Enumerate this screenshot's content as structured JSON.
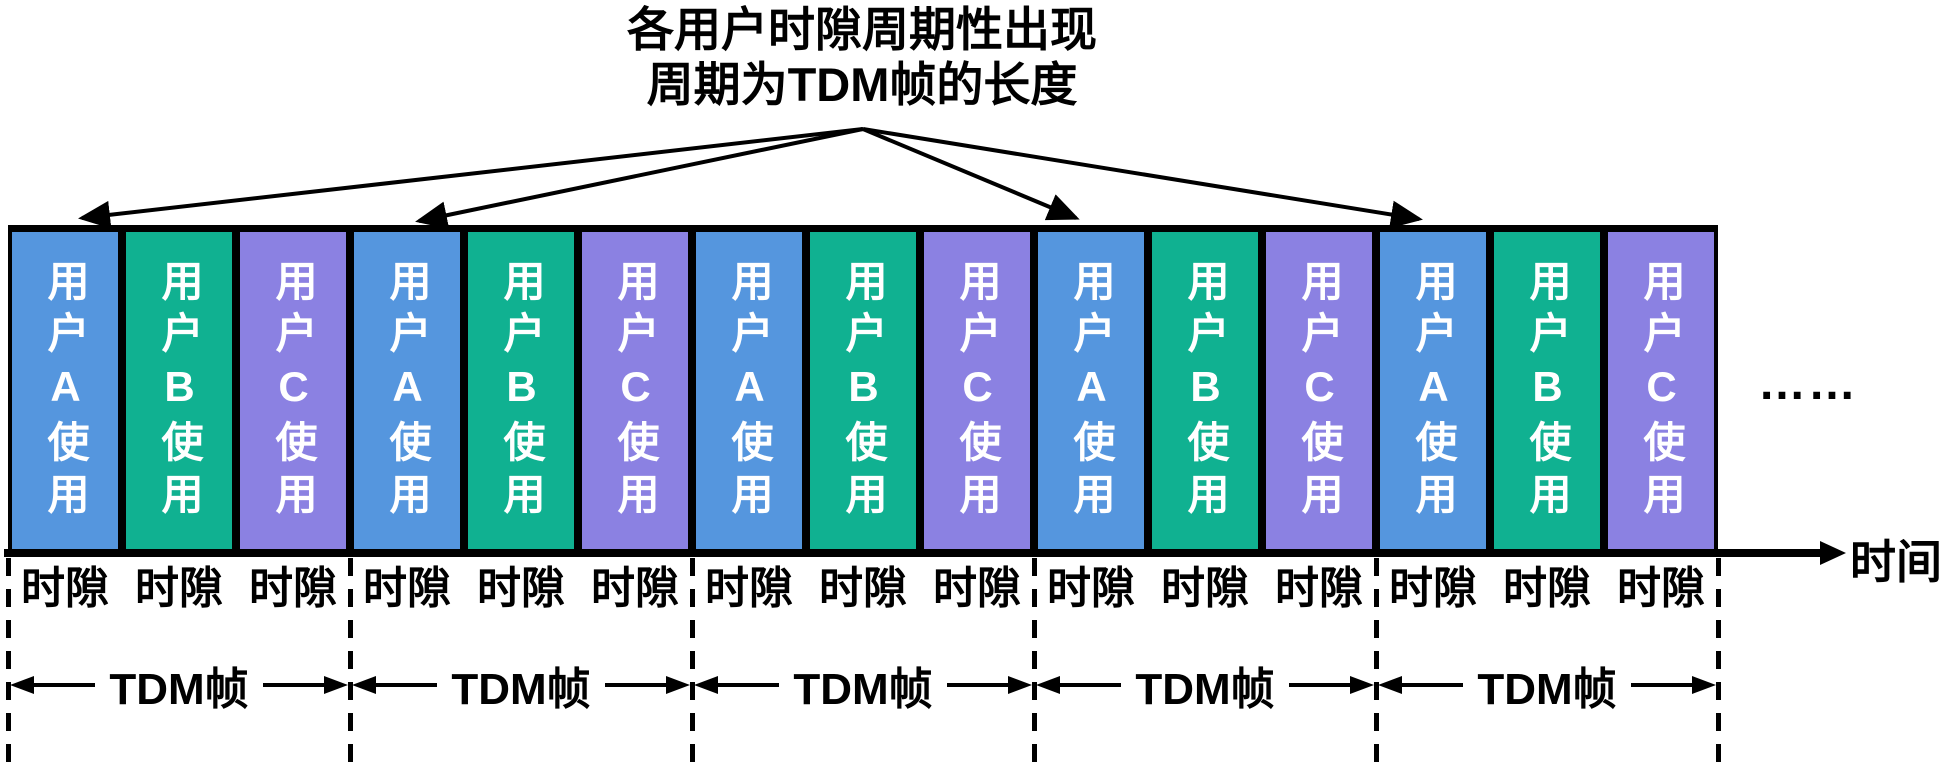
{
  "title": {
    "line1": "各用户时隙周期性出现",
    "line2": "周期为TDM帧的长度"
  },
  "slots": [
    {
      "user": "A",
      "text": "用户A使用",
      "color": "#5596DE"
    },
    {
      "user": "B",
      "text": "用户B使用",
      "color": "#10B191"
    },
    {
      "user": "C",
      "text": "用户C使用",
      "color": "#8B81E2"
    },
    {
      "user": "A",
      "text": "用户A使用",
      "color": "#5596DE"
    },
    {
      "user": "B",
      "text": "用户B使用",
      "color": "#10B191"
    },
    {
      "user": "C",
      "text": "用户C使用",
      "color": "#8B81E2"
    },
    {
      "user": "A",
      "text": "用户A使用",
      "color": "#5596DE"
    },
    {
      "user": "B",
      "text": "用户B使用",
      "color": "#10B191"
    },
    {
      "user": "C",
      "text": "用户C使用",
      "color": "#8B81E2"
    },
    {
      "user": "A",
      "text": "用户A使用",
      "color": "#5596DE"
    },
    {
      "user": "B",
      "text": "用户B使用",
      "color": "#10B191"
    },
    {
      "user": "C",
      "text": "用户C使用",
      "color": "#8B81E2"
    },
    {
      "user": "A",
      "text": "用户A使用",
      "color": "#5596DE"
    },
    {
      "user": "B",
      "text": "用户B使用",
      "color": "#10B191"
    },
    {
      "user": "C",
      "text": "用户C使用",
      "color": "#8B81E2"
    }
  ],
  "tick_label": "时隙",
  "frames": [
    {
      "label": "TDM帧"
    },
    {
      "label": "TDM帧"
    },
    {
      "label": "TDM帧"
    },
    {
      "label": "TDM帧"
    },
    {
      "label": "TDM帧"
    }
  ],
  "axis_label": "时间",
  "ellipsis": "……",
  "colors": {
    "user_a": "#5596DE",
    "user_b": "#10B191",
    "user_c": "#8B81E2",
    "line": "#000000",
    "slot_text": "#FFFFFF"
  }
}
